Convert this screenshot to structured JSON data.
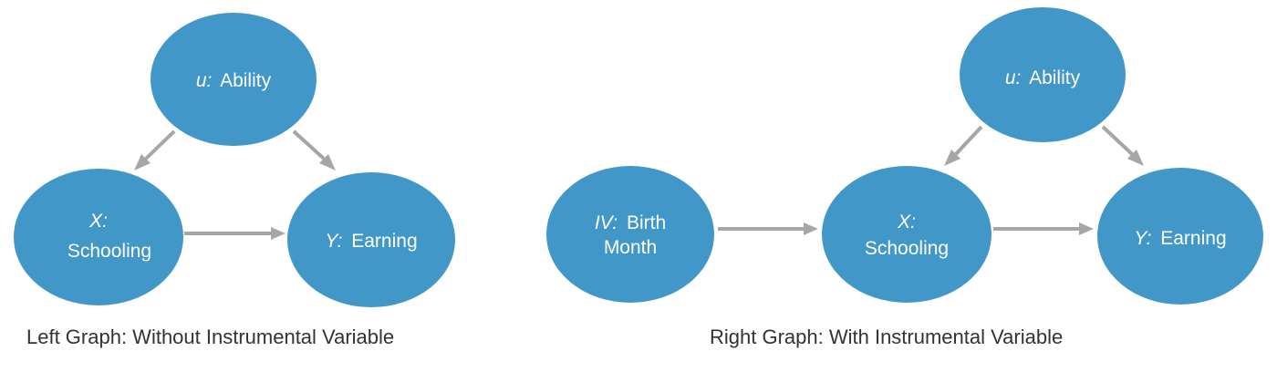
{
  "left_graph": {
    "caption": "Left Graph: Without Instrumental Variable",
    "nodes": {
      "ability": {
        "var": "u:",
        "label": "Ability"
      },
      "schooling": {
        "var": "X:",
        "label": "Schooling"
      },
      "earning": {
        "var": "Y:",
        "label": "Earning"
      }
    }
  },
  "right_graph": {
    "caption": "Right Graph: With Instrumental Variable",
    "nodes": {
      "birth_month": {
        "var": "IV:",
        "label_line1": "Birth",
        "label_line2": "Month"
      },
      "ability": {
        "var": "u:",
        "label": "Ability"
      },
      "schooling": {
        "var": "X:",
        "label": "Schooling"
      },
      "earning": {
        "var": "Y:",
        "label": "Earning"
      }
    }
  },
  "colors": {
    "node_fill": "#4197c7",
    "arrow": "#a6a6a6",
    "node_text": "#ffffff",
    "caption_text": "#333333"
  }
}
